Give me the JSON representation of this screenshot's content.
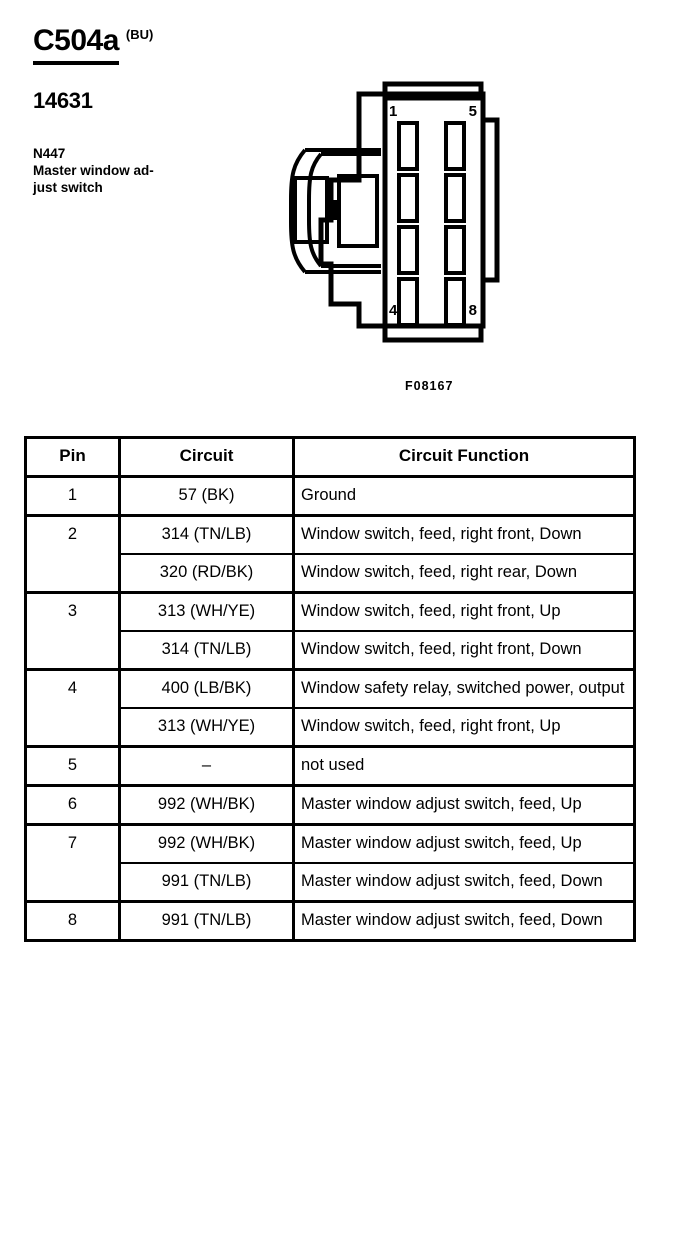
{
  "header": {
    "connector_id": "C504a",
    "color_code": "(BU)",
    "part_number": "14631",
    "component_code": "N447",
    "component_name_line1": "Master window ad-",
    "component_name_line2": "just switch"
  },
  "figure": {
    "caption": "F08167",
    "pin_labels": {
      "top_left": "1",
      "top_right": "5",
      "bottom_left": "4",
      "bottom_right": "8"
    },
    "cavity_count": 8
  },
  "table": {
    "headers": {
      "pin": "Pin",
      "circuit": "Circuit",
      "function": "Circuit Function"
    },
    "rows": [
      {
        "pin": "1",
        "entries": [
          {
            "circuit": "57 (BK)",
            "function": "Ground"
          }
        ]
      },
      {
        "pin": "2",
        "entries": [
          {
            "circuit": "314 (TN/LB)",
            "function": "Window switch, feed, right front, Down"
          },
          {
            "circuit": "320 (RD/BK)",
            "function": "Window switch, feed, right rear, Down"
          }
        ]
      },
      {
        "pin": "3",
        "entries": [
          {
            "circuit": "313 (WH/YE)",
            "function": "Window switch, feed, right front, Up"
          },
          {
            "circuit": "314 (TN/LB)",
            "function": "Window switch, feed, right front, Down"
          }
        ]
      },
      {
        "pin": "4",
        "entries": [
          {
            "circuit": "400 (LB/BK)",
            "function": "Window safety relay, switched power, output"
          },
          {
            "circuit": "313 (WH/YE)",
            "function": "Window switch, feed, right front, Up"
          }
        ]
      },
      {
        "pin": "5",
        "entries": [
          {
            "circuit": "–",
            "function": "not used"
          }
        ]
      },
      {
        "pin": "6",
        "entries": [
          {
            "circuit": "992 (WH/BK)",
            "function": "Master window adjust switch, feed, Up"
          }
        ]
      },
      {
        "pin": "7",
        "entries": [
          {
            "circuit": "992 (WH/BK)",
            "function": "Master window adjust switch, feed, Up"
          },
          {
            "circuit": "991 (TN/LB)",
            "function": "Master window adjust switch, feed, Down"
          }
        ]
      },
      {
        "pin": "8",
        "entries": [
          {
            "circuit": "991 (TN/LB)",
            "function": "Master window adjust switch, feed, Down"
          }
        ]
      }
    ]
  }
}
